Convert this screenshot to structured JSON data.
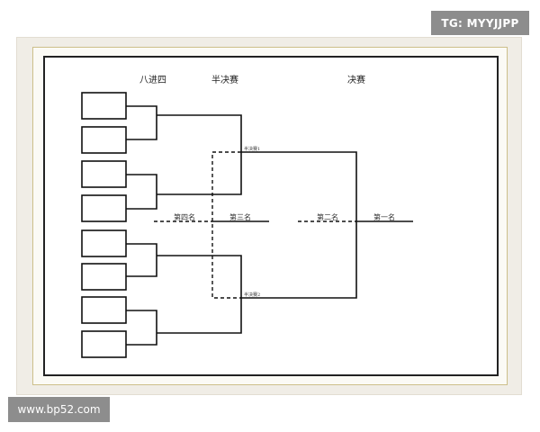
{
  "watermarks": {
    "top": "TG: MYYJJPP",
    "bottom": "www.bp52.com"
  },
  "headers": {
    "round1": "八进四",
    "semifinal": "半决赛",
    "final": "决赛"
  },
  "placements": {
    "first": "第一名",
    "second": "第二名",
    "third": "第三名",
    "fourth": "第四名"
  },
  "semi_tags": {
    "semi1": "半决赛1",
    "semi2": "半决赛2"
  },
  "slots": [
    "",
    "",
    "",
    "",
    "",
    "",
    "",
    ""
  ]
}
